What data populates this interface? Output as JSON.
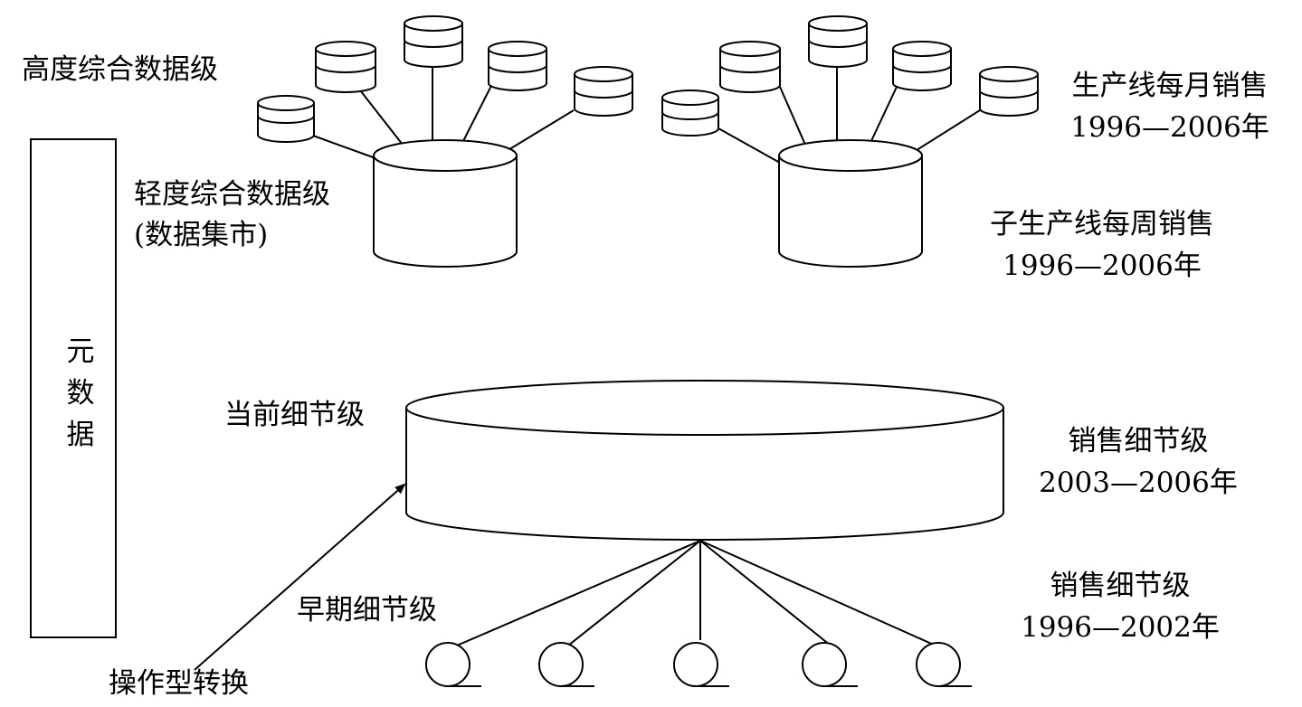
{
  "labels": {
    "highly_summarized": "高度综合数据级",
    "lightly_summarized_line1": "轻度综合数据级",
    "lightly_summarized_line2": "(数据集市)",
    "current_detail": "当前细节级",
    "early_detail": "早期细节级",
    "operational_transform": "操作型转换",
    "metadata_chars": [
      "元",
      "数",
      "据"
    ]
  },
  "examples": {
    "monthly_sales": "生产线每月销售",
    "monthly_years": "1996—2006年",
    "weekly_sales": "子生产线每周销售",
    "weekly_years": "1996—2006年",
    "current_sales": "销售细节级",
    "current_years": "2003—2006年",
    "early_sales": "销售细节级",
    "early_years": "1996—2002年"
  }
}
